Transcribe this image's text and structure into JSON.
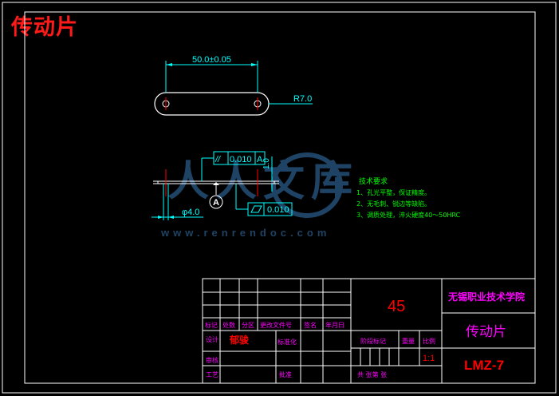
{
  "title": "传动片",
  "watermark": {
    "logo_text": "人人文库",
    "url": "www.renrendoc.com"
  },
  "drawing": {
    "dim_length": "50.0±0.05",
    "dim_radius": "R7.0",
    "dim_thickness": "1.0",
    "dim_hole": "φ4.0",
    "parallelism_symbol": "//",
    "parallelism_value": "0.010",
    "datum": "A",
    "flatness_value": "0.010",
    "datum_marker": "A"
  },
  "tech_requirements": {
    "heading": "技术要求",
    "items": [
      "1、孔光平整，保证精度。",
      "2、无毛刺、锐边等缺陷。",
      "3、调质处理，淬火硬度40～50HRC"
    ]
  },
  "title_block": {
    "material": "45",
    "school": "无锡职业技术学院",
    "part_name": "传动片",
    "drawing_no": "LMZ-7",
    "header_labels": [
      "标记",
      "处数",
      "分区",
      "更改文件号",
      "签名",
      "年月日"
    ],
    "design_label": "设计",
    "designer": "郁骏",
    "standardize_label": "标准化",
    "stage_label": "阶段标记",
    "weight_label": "重量",
    "scale_label": "比例",
    "scale_value": "1:1",
    "review_label": "审核",
    "process_label": "工艺",
    "approve_label": "批准",
    "sheets_label": "共  张第  张"
  },
  "colors": {
    "frame": "#ffffff",
    "dimension": "#00ffff",
    "outline": "#ffffff",
    "centerline": "#ff0000",
    "note": "#00ff00",
    "label": "#ff00ff",
    "highlight": "#ff0000",
    "watermark": "#2a5a86"
  }
}
